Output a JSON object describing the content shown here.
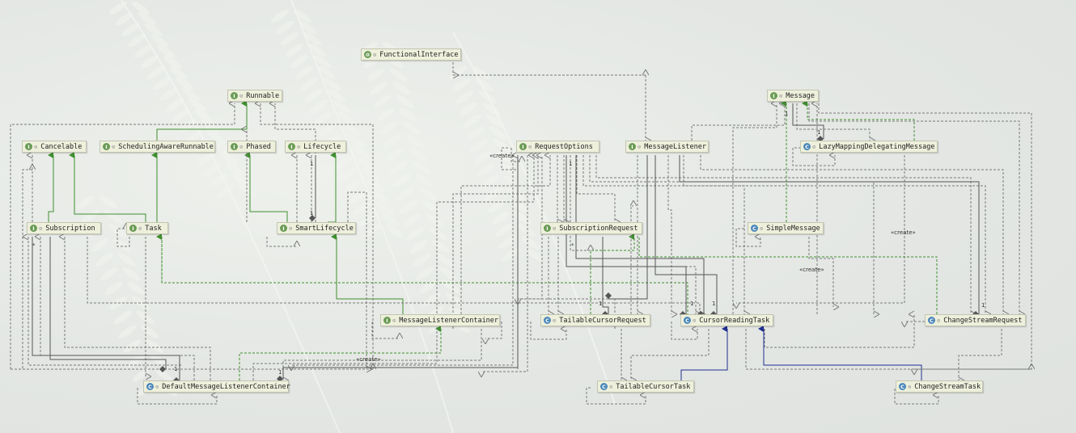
{
  "nodes": [
    {
      "id": "FunctionalInterface",
      "label": "FunctionalInterface",
      "kind": "a"
    },
    {
      "id": "Runnable",
      "label": "Runnable",
      "kind": "i"
    },
    {
      "id": "Message",
      "label": "Message",
      "kind": "i"
    },
    {
      "id": "Cancelable",
      "label": "Cancelable",
      "kind": "i"
    },
    {
      "id": "SchedulingAwareRunnable",
      "label": "SchedulingAwareRunnable",
      "kind": "i"
    },
    {
      "id": "Phased",
      "label": "Phased",
      "kind": "i"
    },
    {
      "id": "Lifecycle",
      "label": "Lifecycle",
      "kind": "i"
    },
    {
      "id": "RequestOptions",
      "label": "RequestOptions",
      "kind": "i"
    },
    {
      "id": "MessageListener",
      "label": "MessageListener",
      "kind": "i"
    },
    {
      "id": "LazyMappingDelegatingMessage",
      "label": "LazyMappingDelegatingMessage",
      "kind": "c"
    },
    {
      "id": "Subscription",
      "label": "Subscription",
      "kind": "i"
    },
    {
      "id": "Task",
      "label": "Task",
      "kind": "i"
    },
    {
      "id": "SmartLifecycle",
      "label": "SmartLifecycle",
      "kind": "i"
    },
    {
      "id": "SubscriptionRequest",
      "label": "SubscriptionRequest",
      "kind": "i"
    },
    {
      "id": "SimpleMessage",
      "label": "SimpleMessage",
      "kind": "c"
    },
    {
      "id": "MessageListenerContainer",
      "label": "MessageListenerContainer",
      "kind": "i"
    },
    {
      "id": "TailableCursorRequest",
      "label": "TailableCursorRequest",
      "kind": "c"
    },
    {
      "id": "CursorReadingTask",
      "label": "CursorReadingTask",
      "kind": "c"
    },
    {
      "id": "ChangeStreamRequest",
      "label": "ChangeStreamRequest",
      "kind": "c"
    },
    {
      "id": "DefaultMessageListenerContainer",
      "label": "DefaultMessageListenerContainer",
      "kind": "c"
    },
    {
      "id": "TailableCursorTask",
      "label": "TailableCursorTask",
      "kind": "c"
    },
    {
      "id": "ChangeStreamTask",
      "label": "ChangeStreamTask",
      "kind": "c"
    }
  ],
  "edge_labels": [
    "«create»",
    "«create»",
    "«create»",
    "«create»",
    "1",
    "1",
    "1",
    "1",
    "1",
    "1",
    "1",
    "1",
    "1",
    "1",
    "1",
    "*",
    "*"
  ],
  "colors": {
    "realization": "#3f8f2f",
    "extends": "#1f2f8f",
    "dependency": "#7a7a7a",
    "create": "#3f8f2f"
  }
}
